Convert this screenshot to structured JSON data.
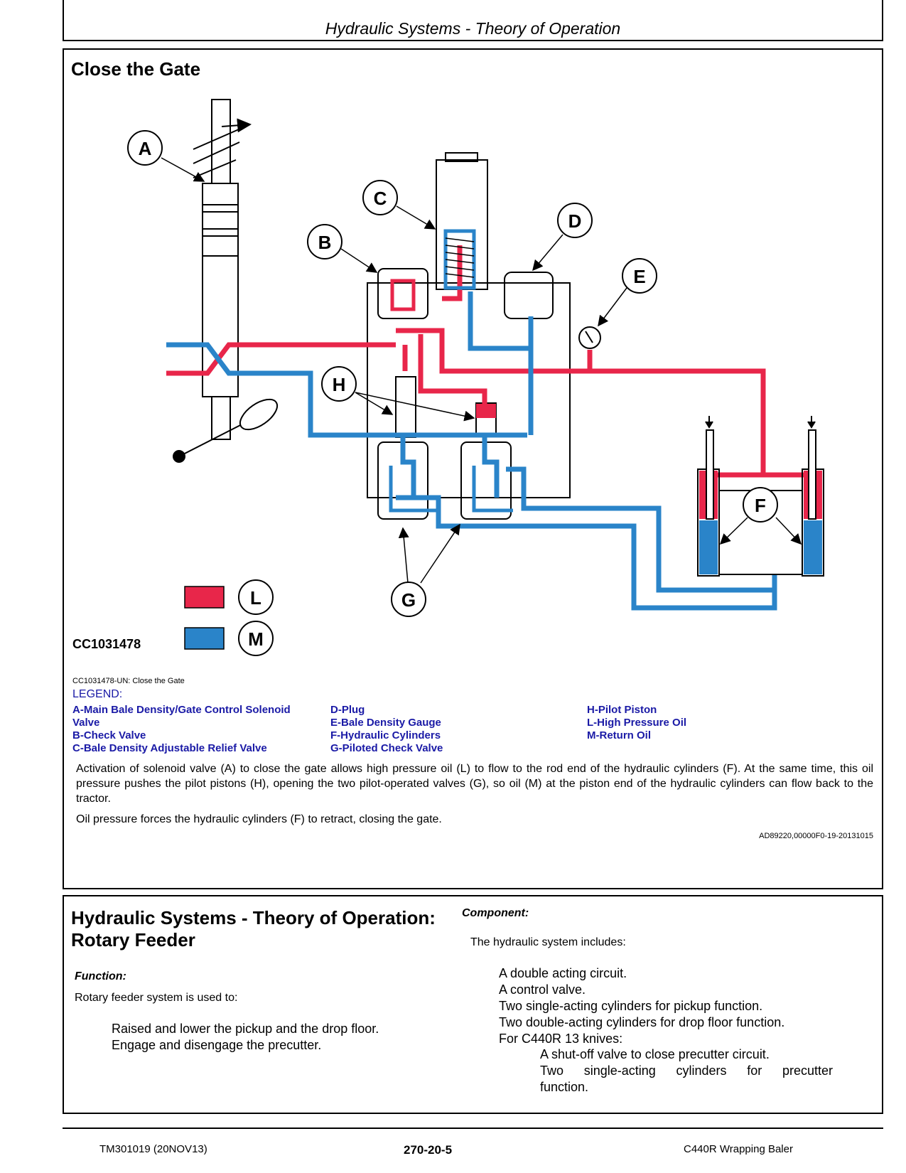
{
  "header": {
    "title": "Hydraulic Systems - Theory of Operation"
  },
  "section1": {
    "heading": "Close the Gate",
    "diagram": {
      "callouts": [
        "A",
        "B",
        "C",
        "D",
        "E",
        "F",
        "G",
        "H"
      ],
      "legend_keys": [
        {
          "letter": "L",
          "color": "#e8264a"
        },
        {
          "letter": "M",
          "color": "#2a84c9"
        }
      ],
      "figure_id": "CC1031478",
      "colors": {
        "high_pressure": "#e8264a",
        "return": "#2a84c9"
      }
    },
    "caption": "CC1031478-UN: Close the Gate",
    "legend_title": "LEGEND:",
    "legend_col1": [
      "A-Main Bale Density/Gate Control Solenoid",
      "Valve",
      "B-Check Valve",
      "C-Bale Density Adjustable Relief Valve"
    ],
    "legend_col2": [
      "D-Plug",
      "E-Bale Density Gauge",
      "F-Hydraulic Cylinders",
      "G-Piloted Check Valve"
    ],
    "legend_col3": [
      "H-Pilot Piston",
      "L-High Pressure Oil",
      "M-Return Oil"
    ],
    "paragraph1": "Activation of solenoid valve (A) to close the gate allows high pressure oil (L) to flow to the rod end of the hydraulic cylinders (F). At the same time, this oil pressure pushes the pilot pistons (H), opening the two pilot-operated valves (G), so oil (M) at the piston end of the hydraulic cylinders can flow back to the tractor.",
    "paragraph2": "Oil pressure forces the hydraulic cylinders (F) to retract, closing the gate.",
    "doc_code": "AD89220,00000F0-19-20131015"
  },
  "section2": {
    "heading_line1": "Hydraulic Systems - Theory of Operation:",
    "heading_line2": "Rotary Feeder",
    "function_label": "Function:",
    "function_intro": "Rotary feeder system is used to:",
    "function_items": [
      "Raised and lower the pickup and the drop floor.",
      "Engage and disengage the precutter."
    ],
    "component_label": "Component:",
    "component_intro": "The hydraulic system includes:",
    "component_items": [
      "A double acting circuit.",
      "A control valve.",
      "Two single-acting cylinders for pickup function.",
      "Two double-acting cylinders for drop floor function.",
      "For C440R 13 knives:"
    ],
    "component_subitems": [
      "A shut-off valve to close precutter circuit.",
      "Two single-acting cylinders for precutter",
      "function."
    ]
  },
  "footer": {
    "manual": "TM301019 (20NOV13)",
    "page": "270-20-5",
    "model": "C440R Wrapping Baler"
  }
}
